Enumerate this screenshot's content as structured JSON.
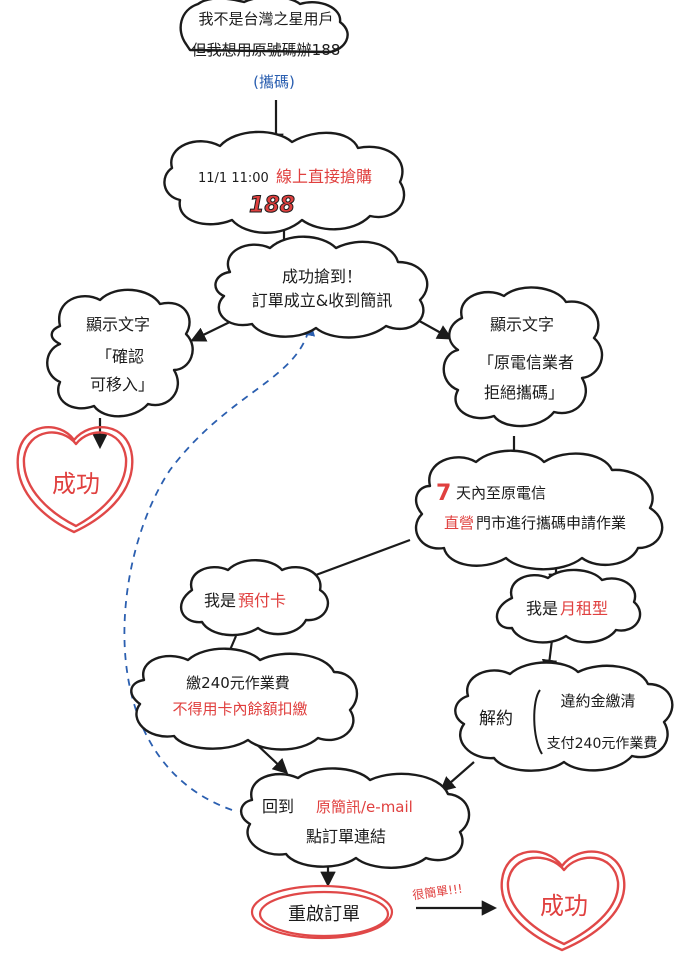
{
  "diagram": {
    "start": {
      "line1": "我不是台灣之星用戶",
      "line2": "但我想用原號碼辦188",
      "note": "(攜碼)"
    },
    "grab": {
      "time": "11/1 11:00",
      "action": "線上直接搶購",
      "plan": "188"
    },
    "success_node": {
      "line1": "成功搶到！",
      "line2": "訂單成立&收到簡訊"
    },
    "confirm_node": {
      "line1": "顯示文字",
      "line2": "「確認",
      "line3": "可移入」"
    },
    "reject_node": {
      "line1": "顯示文字",
      "line2": "「原電信業者",
      "line3": "拒絕攜碼」"
    },
    "seven_days": {
      "number": "7",
      "line1_rest": "天內至原電信",
      "line2_red": "直營",
      "line2_rest": "門市進行攜碼申請作業"
    },
    "prepaid": {
      "prefix": "我是",
      "type": "預付卡"
    },
    "monthly": {
      "prefix": "我是",
      "type": "月租型"
    },
    "prepaid_fee": {
      "line1": "繳240元作業費",
      "line2": "不得用卡內餘額扣繳"
    },
    "terminate": {
      "label": "解約",
      "item1": "違約金繳清",
      "item2": "支付240元作業費"
    },
    "return_node": {
      "prefix": "回到",
      "email": "原簡訊/e-mail",
      "line2": "點訂單連結"
    },
    "restart": {
      "label": "重啟訂單"
    },
    "final_arrow_label": "很簡單!!!",
    "success_label": "成功",
    "colors": {
      "ink": "#1b1b1b",
      "red": "#e0403f",
      "blue": "#2b5fb0",
      "heart": "#e04848"
    }
  }
}
